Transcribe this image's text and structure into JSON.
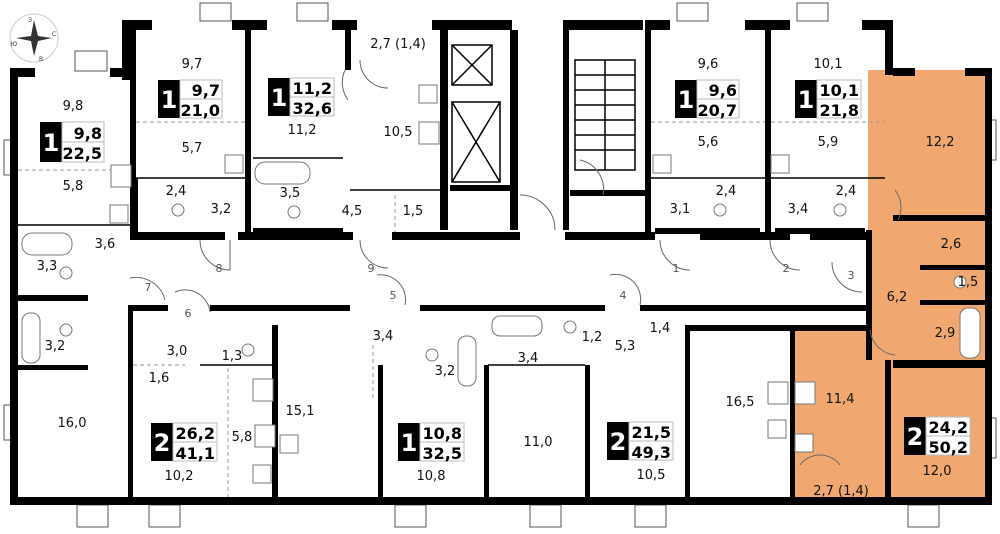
{
  "plan": {
    "compass": {
      "north": "С",
      "south": "Ю",
      "west": "З",
      "east": "В"
    },
    "highlight_color": "#f0a870",
    "apartments": [
      {
        "rooms": "1",
        "living": "9,8",
        "total": "22,5"
      },
      {
        "rooms": "1",
        "living": "9,7",
        "total": "21,0"
      },
      {
        "rooms": "1",
        "living": "11,2",
        "total": "32,6"
      },
      {
        "rooms": "1",
        "living": "9,6",
        "total": "20,7"
      },
      {
        "rooms": "1",
        "living": "10,1",
        "total": "21,8"
      },
      {
        "rooms": "2",
        "living": "26,2",
        "total": "41,1"
      },
      {
        "rooms": "1",
        "living": "10,8",
        "total": "32,5"
      },
      {
        "rooms": "2",
        "living": "21,5",
        "total": "49,3"
      },
      {
        "rooms": "2",
        "living": "24,2",
        "total": "50,2",
        "highlighted": true
      }
    ],
    "room_areas": [
      "9,8",
      "5,8",
      "3,6",
      "3,3",
      "3,2",
      "16,0",
      "9,7",
      "5,7",
      "2,4",
      "3,2",
      "11,2",
      "3,5",
      "2,7 (1,4)",
      "10,5",
      "4,5",
      "1,5",
      "9,6",
      "5,6",
      "2,4",
      "3,1",
      "10,1",
      "5,9",
      "2,4",
      "3,4",
      "12,2",
      "2,6",
      "1,5",
      "6,2",
      "2,9",
      "3,0",
      "1,6",
      "1,3",
      "5,8",
      "10,2",
      "15,1",
      "3,4",
      "3,2",
      "10,8",
      "3,4",
      "1,2",
      "5,3",
      "1,4",
      "11,0",
      "10,5",
      "16,5",
      "11,4",
      "2,7 (1,4)",
      "12,0"
    ],
    "door_numbers": [
      "1",
      "2",
      "3",
      "4",
      "5",
      "6",
      "7",
      "8",
      "9"
    ]
  }
}
